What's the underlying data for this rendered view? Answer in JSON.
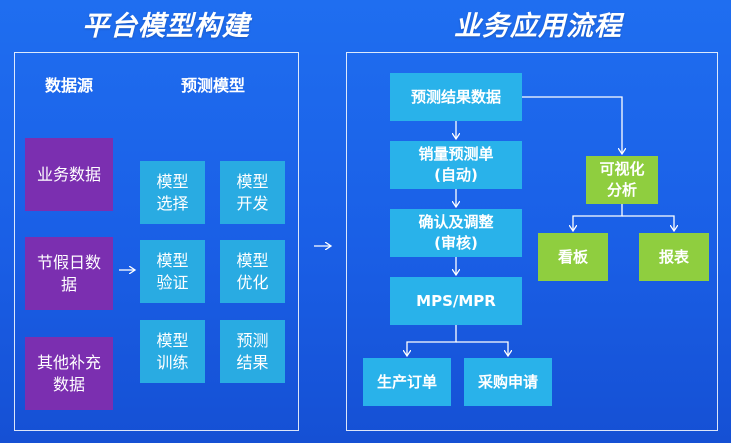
{
  "left": {
    "heading": "平台模型构建",
    "source_title": "数据源",
    "model_title": "预测模型",
    "sources": [
      "业务数据",
      "节假日数据",
      "其他补充数据"
    ],
    "models": [
      "模型选择",
      "模型开发",
      "模型验证",
      "模型优化",
      "模型训练",
      "预测结果"
    ]
  },
  "right": {
    "heading": "业务应用流程",
    "steps": [
      "预测结果数据",
      "销量预测单(自动)",
      "确认及调整(审核)",
      "MPS/MPR"
    ],
    "outputs": [
      "生产订单",
      "采购申请"
    ],
    "analysis": {
      "title": "可视化分析",
      "items": [
        "看板",
        "报表"
      ]
    }
  },
  "colors": {
    "background": "#1a5fe6",
    "source_box": "#7b2fb0",
    "model_box": "#29abe2",
    "flow_box": "#29b2ea",
    "analysis_box": "#8fce3f"
  }
}
